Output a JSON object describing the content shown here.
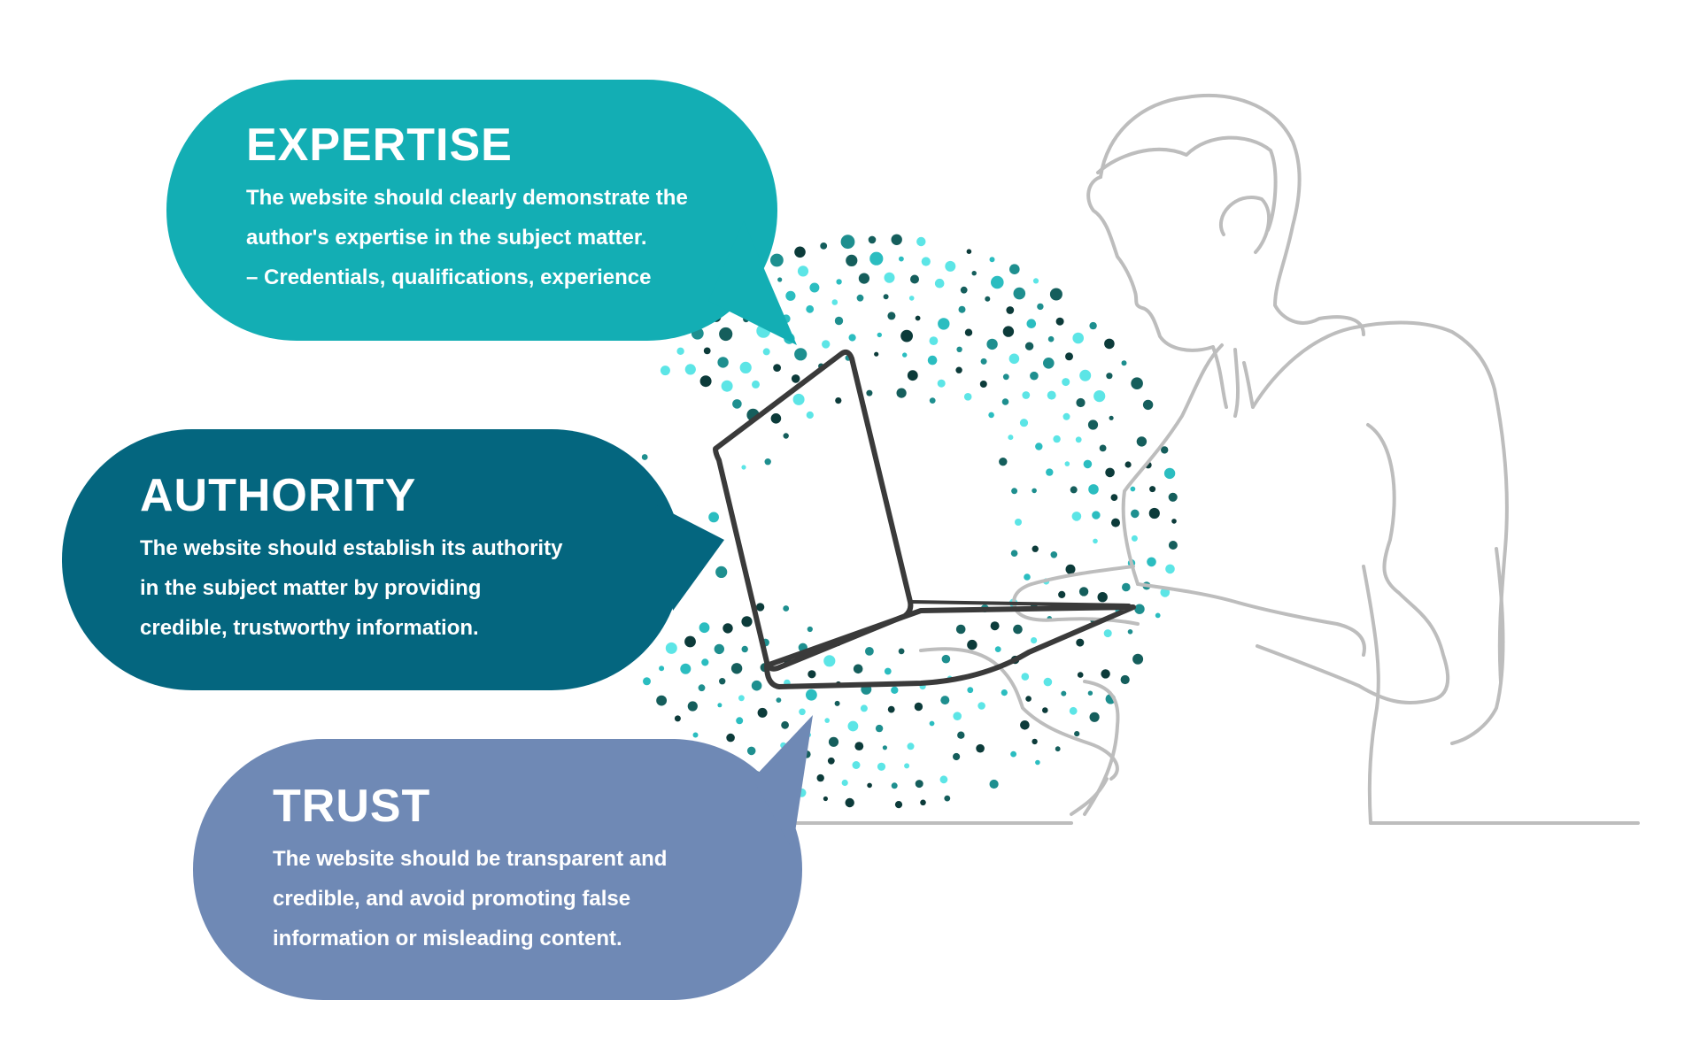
{
  "colors": {
    "expertise_bubble": "#13aeb4",
    "authority_bubble": "#04667f",
    "trust_bubble": "#6f89b5",
    "figure_line": "#bdbdbd",
    "laptop_line": "#3a3a3a",
    "dot_palette": [
      "#5ce5e6",
      "#2bbdc0",
      "#1e8f8f",
      "#155e5c",
      "#0c3b3a"
    ]
  },
  "bubbles": {
    "expertise": {
      "title": "EXPERTISE",
      "lines": [
        "The website should clearly demonstrate the",
        "author's expertise in the subject matter.",
        "– Credentials, qualifications, experience"
      ]
    },
    "authority": {
      "title": "AUTHORITY",
      "lines": [
        "The website should establish its authority",
        "in the subject matter by providing",
        "credible, trustworthy information."
      ]
    },
    "trust": {
      "title": "TRUST",
      "lines": [
        "The website should be transparent and",
        "credible, and avoid promoting false",
        "information or misleading content."
      ]
    }
  },
  "illustration": {
    "subject": "person-outline-holding-laptop",
    "effect": "dotted-swirl"
  }
}
